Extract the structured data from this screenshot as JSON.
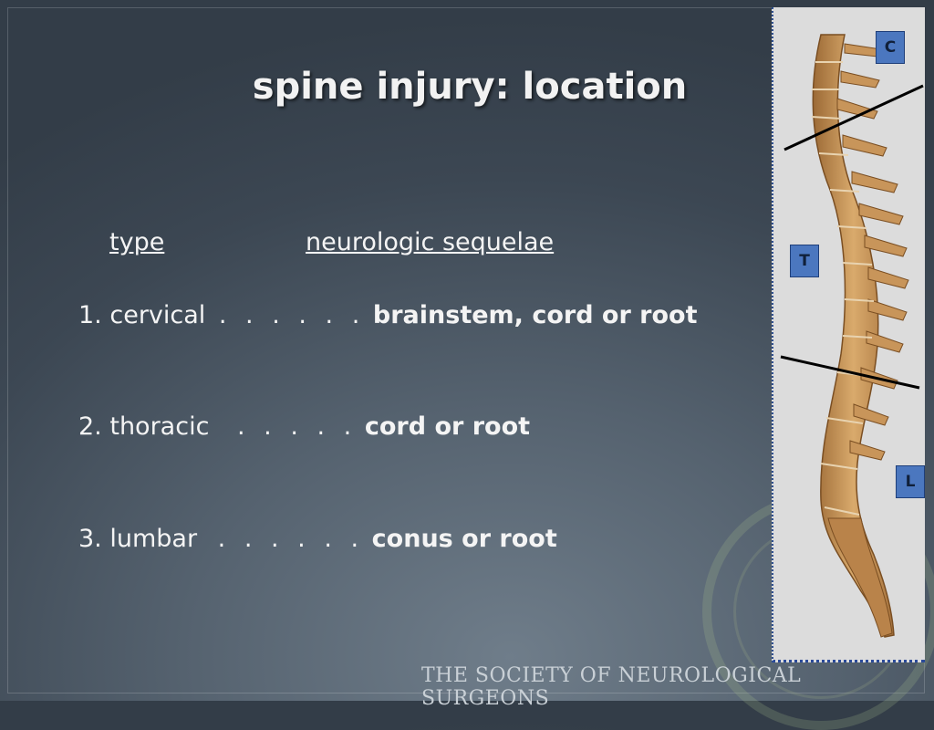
{
  "title": "spine injury: location",
  "headers": {
    "type": "type",
    "sequelae": "neurologic sequelae"
  },
  "rows": [
    {
      "num": "1.",
      "location": "cervical",
      "dots": ". . . . . .",
      "sequelae": "brainstem, cord or root"
    },
    {
      "num": "2.",
      "location": "thoracic",
      "dots": ". . . . .",
      "sequelae": "cord or root"
    },
    {
      "num": "3.",
      "location": "lumbar",
      "dots": ". . . . . .",
      "sequelae": "conus or root"
    }
  ],
  "regions": {
    "c": "C",
    "t": "T",
    "l": "L"
  },
  "footer": "THE SOCIETY OF NEUROLOGICAL SURGEONS",
  "colors": {
    "region_box": "#4b77bf",
    "panel_bg": "#dcdcdc",
    "bone": "#c9975a"
  },
  "icons": {
    "figure": "spine-illustration-icon",
    "seal": "society-seal-icon"
  }
}
